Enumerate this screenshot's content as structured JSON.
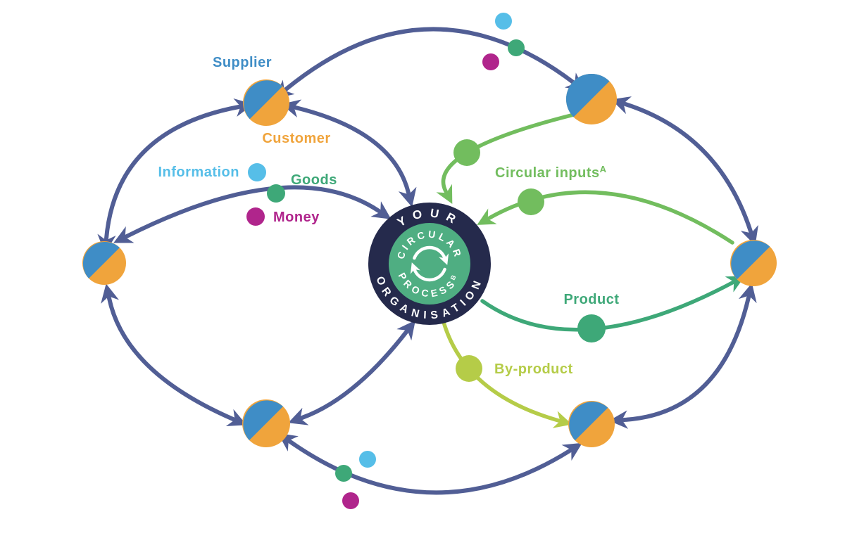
{
  "diagram": {
    "center": {
      "top_text": "YOUR",
      "bottom_text": "ORGANISATION",
      "inner_top_text": "CIRCULAR",
      "inner_bottom_text": "PROCESS",
      "inner_bottom_sup": "B"
    },
    "node_labels": {
      "supplier": "Supplier",
      "customer": "Customer"
    },
    "legend": [
      {
        "label": "Information",
        "color": "#56BEE8"
      },
      {
        "label": "Goods",
        "color": "#3EA878"
      },
      {
        "label": "Money",
        "color": "#B0258C"
      }
    ],
    "flow_labels": {
      "circular_inputs": "Circular inputs",
      "circular_inputs_sup": "A",
      "product": "Product",
      "by_product": "By-product"
    },
    "colors": {
      "arrow_navy": "#515E95",
      "node_blue": "#3F8DC6",
      "node_orange": "#F0A43C",
      "center_navy": "#252A4C",
      "center_green": "#4FAE82",
      "input_green": "#72BD5E",
      "product_teal": "#3EA878",
      "byproduct_lime": "#B5CC48",
      "information_blue": "#56BEE8",
      "money_magenta": "#B0258C"
    }
  }
}
